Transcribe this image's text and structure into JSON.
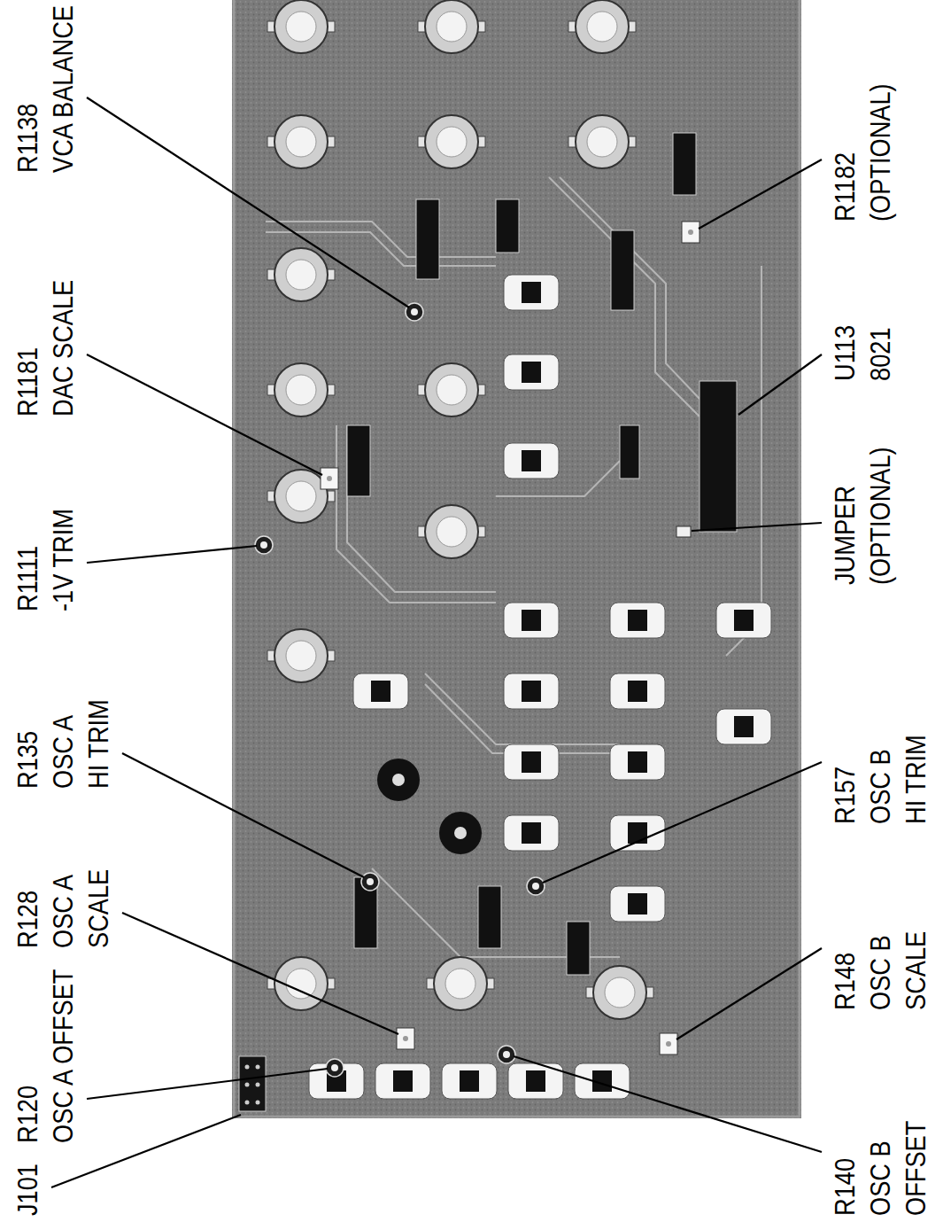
{
  "diagram": {
    "labels": [
      "R1138",
      "VCA BALANCE",
      "R1181",
      "DAC SCALE",
      "R1111",
      "-1V TRIM",
      "R135",
      "OSC A",
      "HI TRIM",
      "R128",
      "OSC A",
      "SCALE",
      "R120",
      "OSC A OFFSET",
      "J101",
      "R1182",
      "(OPTIONAL)",
      "U113",
      "8021",
      "JUMPER",
      "(OPTIONAL)",
      "R157",
      "OSC B",
      "HI TRIM",
      "R148",
      "OSC B",
      "SCALE",
      "R140",
      "OSC B",
      "OFFSET"
    ]
  }
}
